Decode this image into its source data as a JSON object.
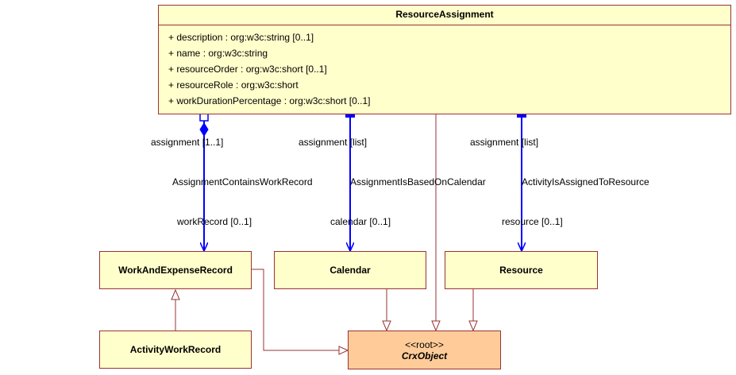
{
  "classes": {
    "resource_assignment": {
      "name": "ResourceAssignment",
      "attributes": [
        "+ description : org:w3c:string [0..1]",
        "+ name : org:w3c:string",
        "+ resourceOrder : org:w3c:short [0..1]",
        "+ resourceRole : org:w3c:short",
        "+ workDurationPercentage : org:w3c:short [0..1]"
      ]
    },
    "work_and_expense_record": {
      "name": "WorkAndExpenseRecord"
    },
    "calendar": {
      "name": "Calendar"
    },
    "resource": {
      "name": "Resource"
    },
    "activity_work_record": {
      "name": "ActivityWorkRecord"
    },
    "crx_object": {
      "stereotype": "<<root>>",
      "name": "CrxObject"
    }
  },
  "associations": [
    {
      "name": "AssignmentContainsWorkRecord",
      "source_role": "assignment [1..1]",
      "target_role": "workRecord [0..1]",
      "kind": "composition"
    },
    {
      "name": "AssignmentIsBasedOnCalendar",
      "source_role": "assignment [list]",
      "target_role": "calendar [0..1]",
      "kind": "association"
    },
    {
      "name": "ActivityIsAssignedToResource",
      "source_role": "assignment [list]",
      "target_role": "resource [0..1]",
      "kind": "association"
    }
  ],
  "colors": {
    "class_fill": "#ffffcc",
    "root_fill": "#ffcc99",
    "class_border": "#993333",
    "association_line": "#0000ff",
    "generalization_line": "#993333"
  }
}
